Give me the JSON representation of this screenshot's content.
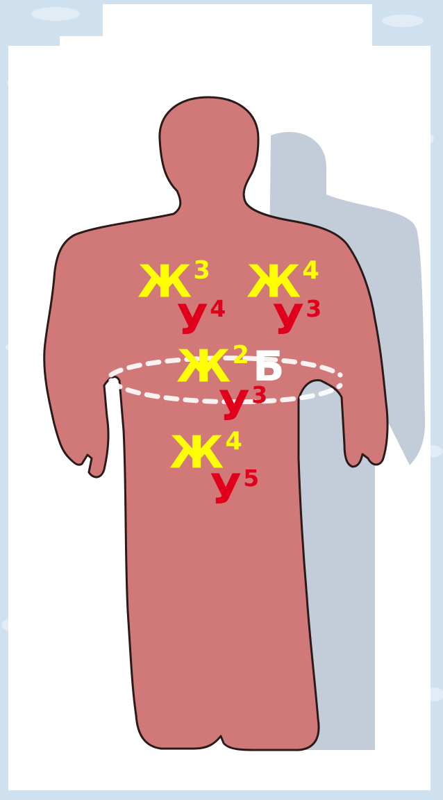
{
  "colors": {
    "background": "#cfe0ee",
    "body_fill": "#d17878",
    "shadow": "#b8c4d2",
    "zh_label": "#ffff00",
    "u_label": "#e0001b",
    "b_label": "#ffffff",
    "waist_dash": "#ffffff"
  },
  "labels": {
    "zh3": {
      "base": "Ж",
      "sup": "3"
    },
    "zh4a": {
      "base": "Ж",
      "sup": "4"
    },
    "u4": {
      "base": "У",
      "sup": "4"
    },
    "u3a": {
      "base": "У",
      "sup": "3"
    },
    "zh2": {
      "base": "Ж",
      "sup": "2"
    },
    "b": {
      "base": "Б"
    },
    "u3b": {
      "base": "У",
      "sup": "3"
    },
    "zh4b": {
      "base": "Ж",
      "sup": "4"
    },
    "u5": {
      "base": "У",
      "sup": "5"
    }
  }
}
